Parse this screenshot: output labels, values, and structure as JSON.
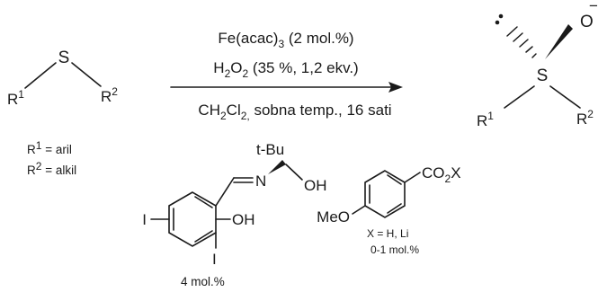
{
  "substrate": {
    "S": "S",
    "R1": "R",
    "R1_sup": "1",
    "R2": "R",
    "R2_sup": "2",
    "def_r1_r": "R",
    "def_r1_sup": "1",
    "def_r1_rest": " = aril",
    "def_r2_r": "R",
    "def_r2_sup": "2",
    "def_r2_rest": " = alkil"
  },
  "conditions": {
    "line1_a": "Fe(acac)",
    "line1_sub": "3",
    "line1_b": " (2 mol.%)",
    "line2_a": "H",
    "line2_sub1": "2",
    "line2_b": "O",
    "line2_sub2": "2",
    "line2_c": " (35 %, 1,2 ekv.)",
    "line3_a": "CH",
    "line3_sub1": "2",
    "line3_b": "Cl",
    "line3_sub2": "2,",
    "line3_c": " sobna temp., 16 sati"
  },
  "product": {
    "S": "S",
    "O": "O",
    "charge": "−",
    "R1": "R",
    "R1_sup": "1",
    "R2": "R",
    "R2_sup": "2"
  },
  "ligand": {
    "tBu": "t-Bu",
    "N": "N",
    "OH_top": "OH",
    "OH_ring": "OH",
    "I_left": "I",
    "I_bottom": "I",
    "loading": "4 mol.%"
  },
  "additive": {
    "MeO": "MeO",
    "CO2X_a": "CO",
    "CO2X_sub": "2",
    "CO2X_b": "X",
    "x_def": "X = H, Li",
    "loading": "0-1 mol.%"
  }
}
